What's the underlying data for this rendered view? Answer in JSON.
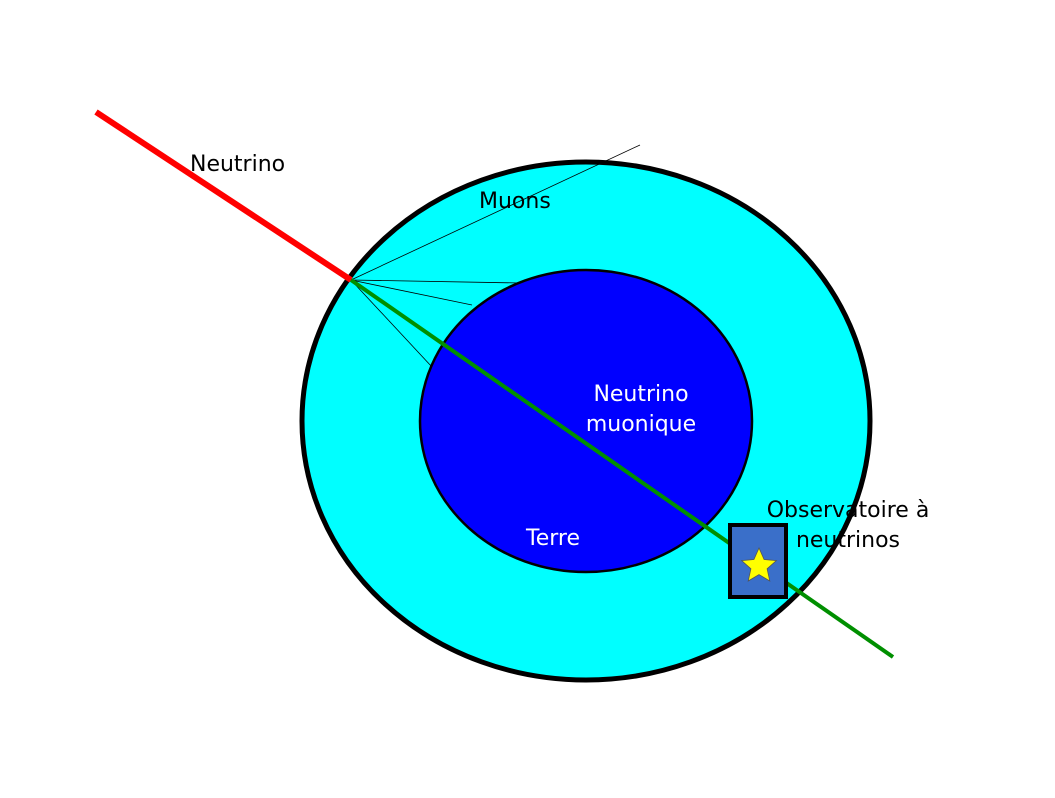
{
  "labels": {
    "neutrino_incoming": "Neutrino",
    "muons": "Muons",
    "neutrino_muonique_line1": "Neutrino",
    "neutrino_muonique_line2": "muonique",
    "terre": "Terre",
    "observatoire_line1": "Observatoire à",
    "observatoire_line2": "neutrinos"
  },
  "colors": {
    "outer_layer": "#00ffff",
    "inner_core": "#0000ff",
    "outline": "#000000",
    "incoming_neutrino_ray": "#ff0000",
    "muon_neutrino_ray": "#008f00",
    "observatory_box": "#3a6fc9",
    "star": "#ffff00",
    "dark_text": "#000000",
    "light_text": "#ffffff"
  },
  "icons": {
    "observatory_marker": "star-icon"
  }
}
